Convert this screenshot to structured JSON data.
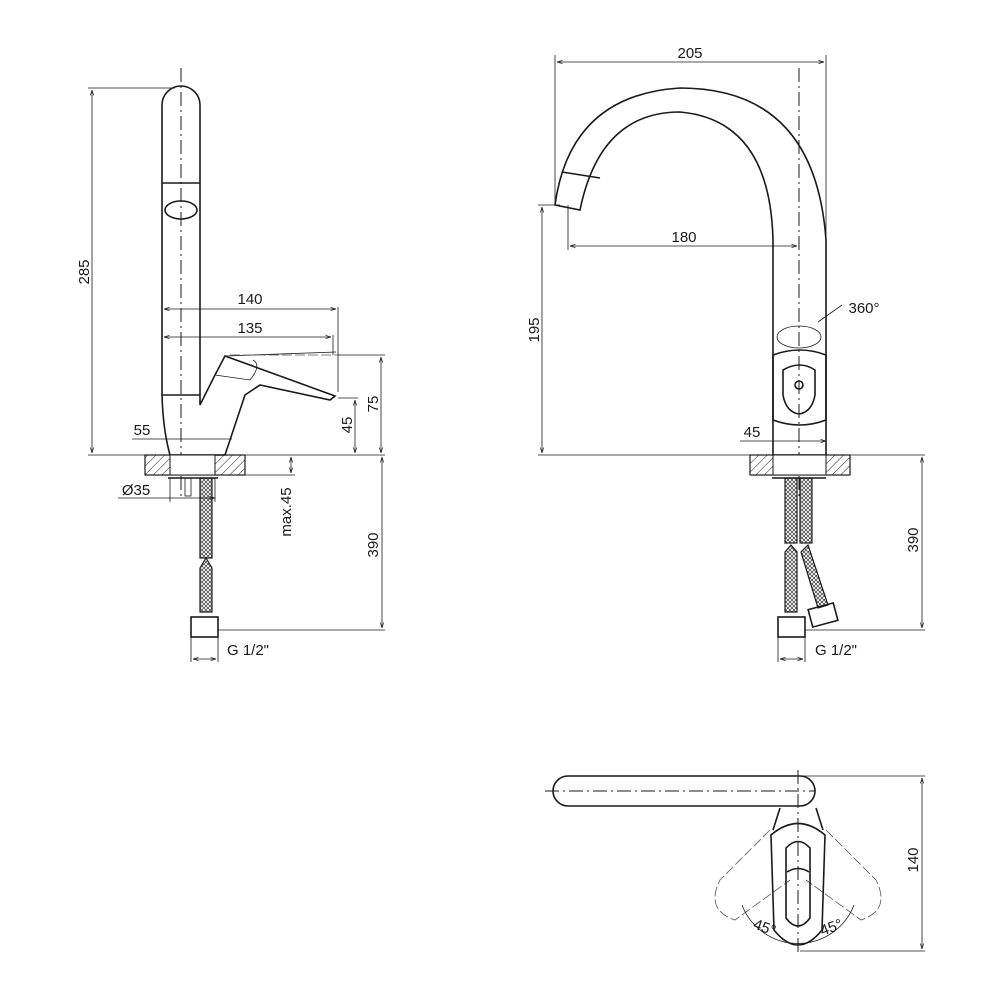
{
  "side_view": {
    "height_total": "285",
    "spout_reach": "140",
    "lever_reach": "135",
    "body_width": "55",
    "lever_low_height": "45",
    "lever_high_height": "75",
    "mount_diameter": "Ø35",
    "counter_thickness": "max.45",
    "hose_length": "390",
    "thread": "G 1/2\""
  },
  "front_view": {
    "spout_width": "205",
    "spout_reach": "180",
    "spout_height": "195",
    "rotation": "360°",
    "body_width": "45",
    "hose_length": "390",
    "thread": "G 1/2\""
  },
  "top_view": {
    "angle_left": "45°",
    "angle_right": "45°",
    "depth": "140"
  }
}
